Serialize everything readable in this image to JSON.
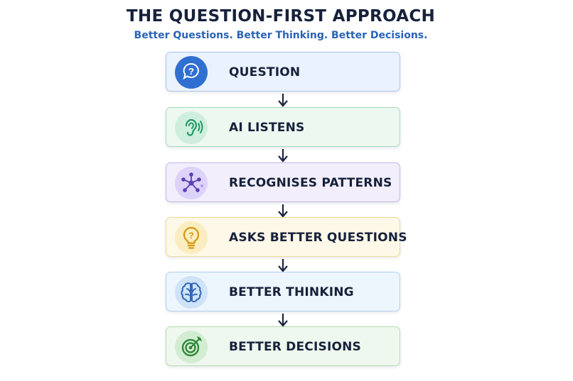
{
  "header": {
    "title": "THE QUESTION-FIRST APPROACH",
    "subtitle": "Better Questions. Better Thinking. Better Decisions."
  },
  "steps": [
    {
      "label": "QUESTION",
      "icon": "speech-bubble-question-icon",
      "bg": "#eaf2fd",
      "border": "#a9c7ea",
      "circle": "#2f6fd2"
    },
    {
      "label": "AI LISTENS",
      "icon": "ear-icon",
      "bg": "#edf8f1",
      "border": "#a9d9bb",
      "circle": "#cfeedd"
    },
    {
      "label": "RECOGNISES PATTERNS",
      "icon": "network-nodes-icon",
      "bg": "#f2eefb",
      "border": "#c3b5e8",
      "circle": "#ddd2f7"
    },
    {
      "label": "ASKS BETTER QUESTIONS",
      "icon": "lightbulb-question-icon",
      "bg": "#fef8e8",
      "border": "#f0d89a",
      "circle": "#fbedc0"
    },
    {
      "label": "BETTER THINKING",
      "icon": "brain-icon",
      "bg": "#edf5fd",
      "border": "#b3cfee",
      "circle": "#cfe2f8"
    },
    {
      "label": "BETTER DECISIONS",
      "icon": "target-icon",
      "bg": "#eef8ee",
      "border": "#b3dcb3",
      "circle": "#d3edd3"
    }
  ],
  "colors": {
    "title": "#16213b",
    "subtitle": "#2a63b6",
    "arrow": "#1b2540"
  }
}
